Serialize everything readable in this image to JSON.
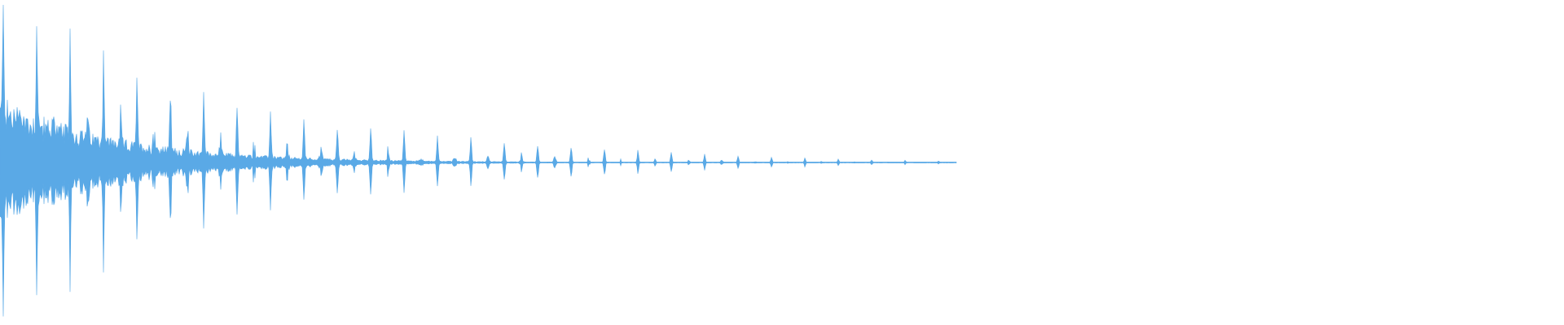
{
  "waveform": {
    "color": "#5aa9e6",
    "background": "#ffffff",
    "audio_fraction": 0.64,
    "peak_amplitude": 0.97,
    "decay": "exponential"
  }
}
